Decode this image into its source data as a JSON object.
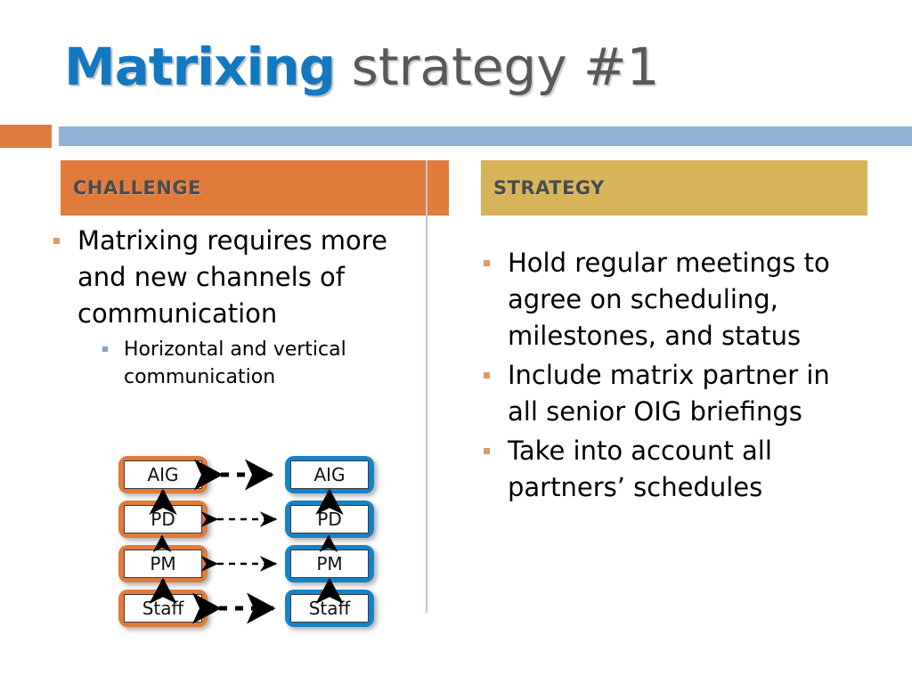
{
  "slide": {
    "title_accent": "Matrixing",
    "title_rest": " strategy #1",
    "accent_color": "#1278c0",
    "title_rest_color": "#585858",
    "band_orange_color": "#de7c3f",
    "band_blue_color": "#8fb4d4"
  },
  "columns": {
    "challenge": {
      "header": "CHALLENGE",
      "header_bg": "#e07b3c",
      "bullets": [
        {
          "level": 1,
          "text": "Matrixing requires more and new channels of communication",
          "bullet_color": "#e09a6a"
        }
      ],
      "sub_bullets": [
        {
          "level": 2,
          "text": "Horizontal and vertical communication",
          "bullet_color": "#8ba7bf"
        }
      ]
    },
    "strategy": {
      "header": "STRATEGY",
      "header_bg": "#d7b359",
      "bullets": [
        {
          "level": 1,
          "text": "Hold regular meetings to agree on scheduling, milestones, and status",
          "bullet_color": "#e09a6a"
        },
        {
          "level": 1,
          "text": "Include matrix partner in all senior OIG briefings",
          "bullet_color": "#e09a6a"
        },
        {
          "level": 1,
          "text": "Take into account all partners’ schedules",
          "bullet_color": "#e09a6a"
        }
      ]
    }
  },
  "diagram": {
    "name": "matrix-communication-diagram",
    "left_chain_color": "#e07b3c",
    "right_chain_color": "#1682c8",
    "left_nodes": [
      {
        "label": "AIG"
      },
      {
        "label": "PD"
      },
      {
        "label": "PM"
      },
      {
        "label": "Staff"
      }
    ],
    "right_nodes": [
      {
        "label": "AIG"
      },
      {
        "label": "PD"
      },
      {
        "label": "PM"
      },
      {
        "label": "Staff"
      }
    ],
    "horizontal_links": [
      {
        "row": "AIG",
        "style": "dashed-double-arrow",
        "weight": "thick"
      },
      {
        "row": "PD",
        "style": "dashed-double-arrow",
        "weight": "thin"
      },
      {
        "row": "PM",
        "style": "dashed-double-arrow",
        "weight": "thin"
      },
      {
        "row": "Staff",
        "style": "dashed-double-arrow",
        "weight": "thick"
      }
    ],
    "vertical_links": [
      {
        "from": "PD",
        "to": "AIG",
        "side": "left",
        "style": "solid-up-arrow"
      },
      {
        "from": "PM",
        "to": "PD",
        "side": "left",
        "style": "solid-up-arrow"
      },
      {
        "from": "Staff",
        "to": "PM",
        "side": "left",
        "style": "solid-up-arrow"
      },
      {
        "from": "PD",
        "to": "AIG",
        "side": "right",
        "style": "solid-up-arrow"
      },
      {
        "from": "PM",
        "to": "PD",
        "side": "right",
        "style": "solid-up-arrow"
      },
      {
        "from": "Staff",
        "to": "PM",
        "side": "right",
        "style": "solid-up-arrow"
      }
    ]
  }
}
